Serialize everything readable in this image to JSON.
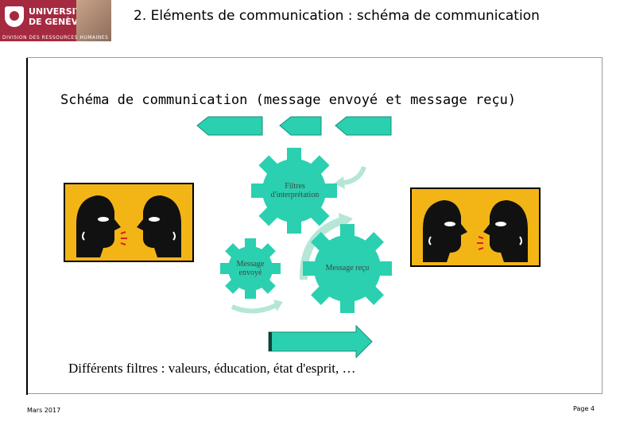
{
  "header": {
    "logo_name": "UNIVERSITÉ\nDE GENÈVE",
    "logo_subtitle": "DIVISION DES RESSOURCES HUMAINES",
    "title": "2. Eléments de communication : schéma de communication"
  },
  "diagram": {
    "title": "Schéma de communication (message envoyé et message reçu)",
    "gear_filters_label": "Filtres\nd'interprétation",
    "gear_sent_label": "Message\nenvoyé",
    "gear_received_label": "Message reçu",
    "caption": "Différents filtres : valeurs, éducation, état d'esprit, …"
  },
  "footer": {
    "date": "Mars 2017",
    "page": "Page 4"
  },
  "colors": {
    "gear": "#2ad0b0",
    "panel": "#f3b516",
    "brand": "#a52a40",
    "light_arrow": "#b5e6d8"
  }
}
